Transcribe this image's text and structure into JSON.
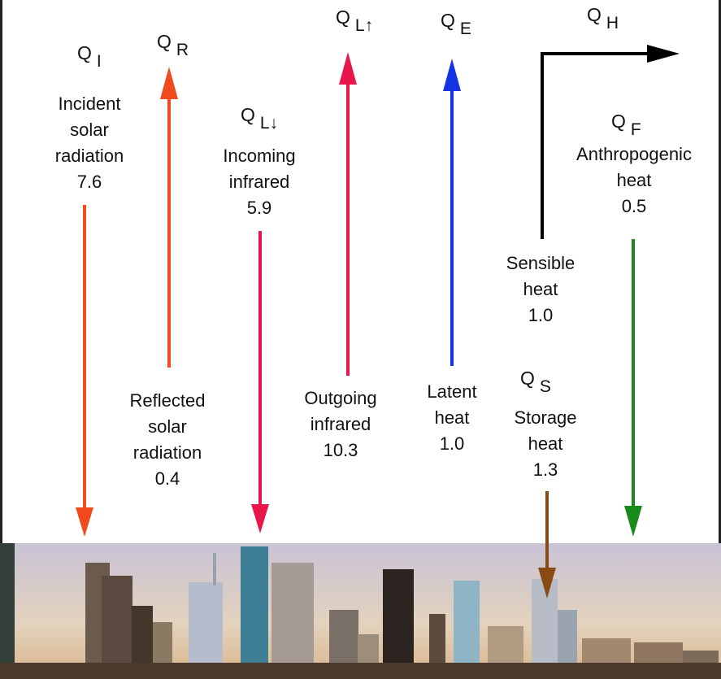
{
  "symbols": {
    "qi": {
      "main": "Q",
      "sub": "I"
    },
    "qr": {
      "main": "Q",
      "sub": "R"
    },
    "qld": {
      "main": "Q",
      "sub": "L↓"
    },
    "qlu": {
      "main": "Q",
      "sub": "L↑"
    },
    "qe": {
      "main": "Q",
      "sub": "E"
    },
    "qh": {
      "main": "Q",
      "sub": "H"
    },
    "qf": {
      "main": "Q",
      "sub": "F"
    },
    "qs": {
      "main": "Q",
      "sub": "S"
    }
  },
  "labels": {
    "incident": [
      "Incident",
      "solar",
      "radiation",
      "7.6"
    ],
    "reflected": [
      "Reflected",
      "solar",
      "radiation",
      "0.4"
    ],
    "incoming": [
      "Incoming",
      "infrared",
      "5.9"
    ],
    "outgoing": [
      "Outgoing",
      "infrared",
      "10.3"
    ],
    "latent": [
      "Latent",
      "heat",
      "1.0"
    ],
    "sensible": [
      "Sensible",
      "heat",
      "1.0"
    ],
    "anthropogenic": [
      "Anthropogenic",
      "heat",
      "0.5"
    ],
    "storage": [
      "Storage",
      "heat",
      "1.3"
    ]
  },
  "colors": {
    "solar": "#f04a1e",
    "infrared": "#e8164a",
    "latent": "#1432e6",
    "sensible": "#000000",
    "anthropogenic": "#1a8a1a",
    "storage": "#8a4a14"
  },
  "image": "city-skyline"
}
